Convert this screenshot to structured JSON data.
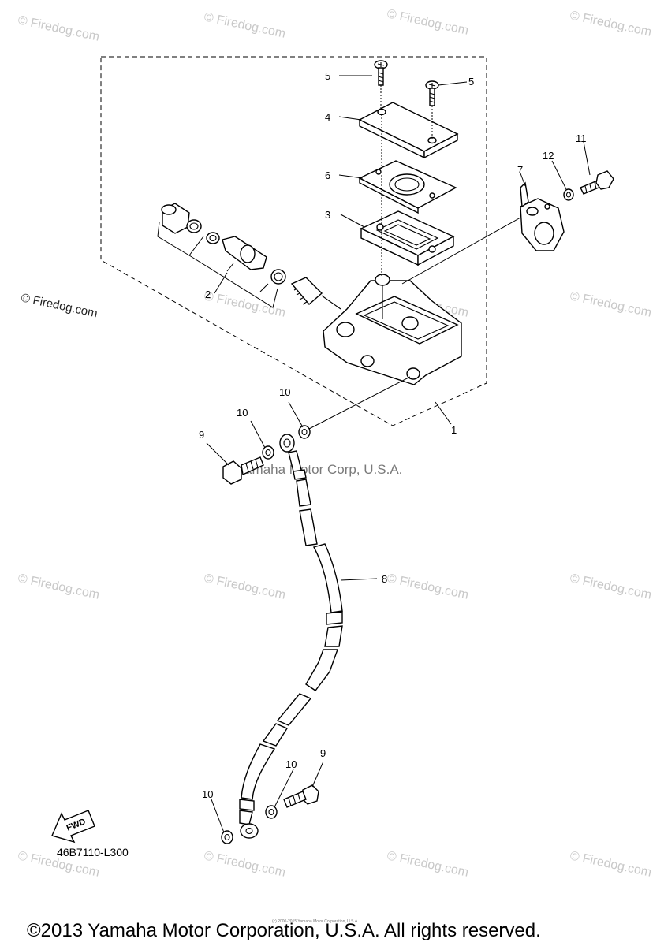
{
  "callouts": [
    {
      "id": "c1",
      "label": "1"
    },
    {
      "id": "c2",
      "label": "2"
    },
    {
      "id": "c3",
      "label": "3"
    },
    {
      "id": "c4",
      "label": "4"
    },
    {
      "id": "c5a",
      "label": "5"
    },
    {
      "id": "c5b",
      "label": "5"
    },
    {
      "id": "c6",
      "label": "6"
    },
    {
      "id": "c7",
      "label": "7"
    },
    {
      "id": "c8",
      "label": "8"
    },
    {
      "id": "c9a",
      "label": "9"
    },
    {
      "id": "c9b",
      "label": "9"
    },
    {
      "id": "c10a",
      "label": "10"
    },
    {
      "id": "c10b",
      "label": "10"
    },
    {
      "id": "c10c",
      "label": "10"
    },
    {
      "id": "c10d",
      "label": "10"
    },
    {
      "id": "c11",
      "label": "11"
    },
    {
      "id": "c12",
      "label": "12"
    }
  ],
  "watermark": {
    "text": "© Firedog.com",
    "color": "#c9c9c9"
  },
  "watermark_strong": "© Firedog.com",
  "center_mark": "Yamaha Motor Corp, U.S.A.",
  "fwd_label": "FWD",
  "diagram_code": "46B7110-L300",
  "tiny_notice": "(c) 2000-2015 Yamaha Motor Corporation, U.S.A.",
  "footer": "©2013 Yamaha Motor Corporation, U.S.A. All rights reserved."
}
